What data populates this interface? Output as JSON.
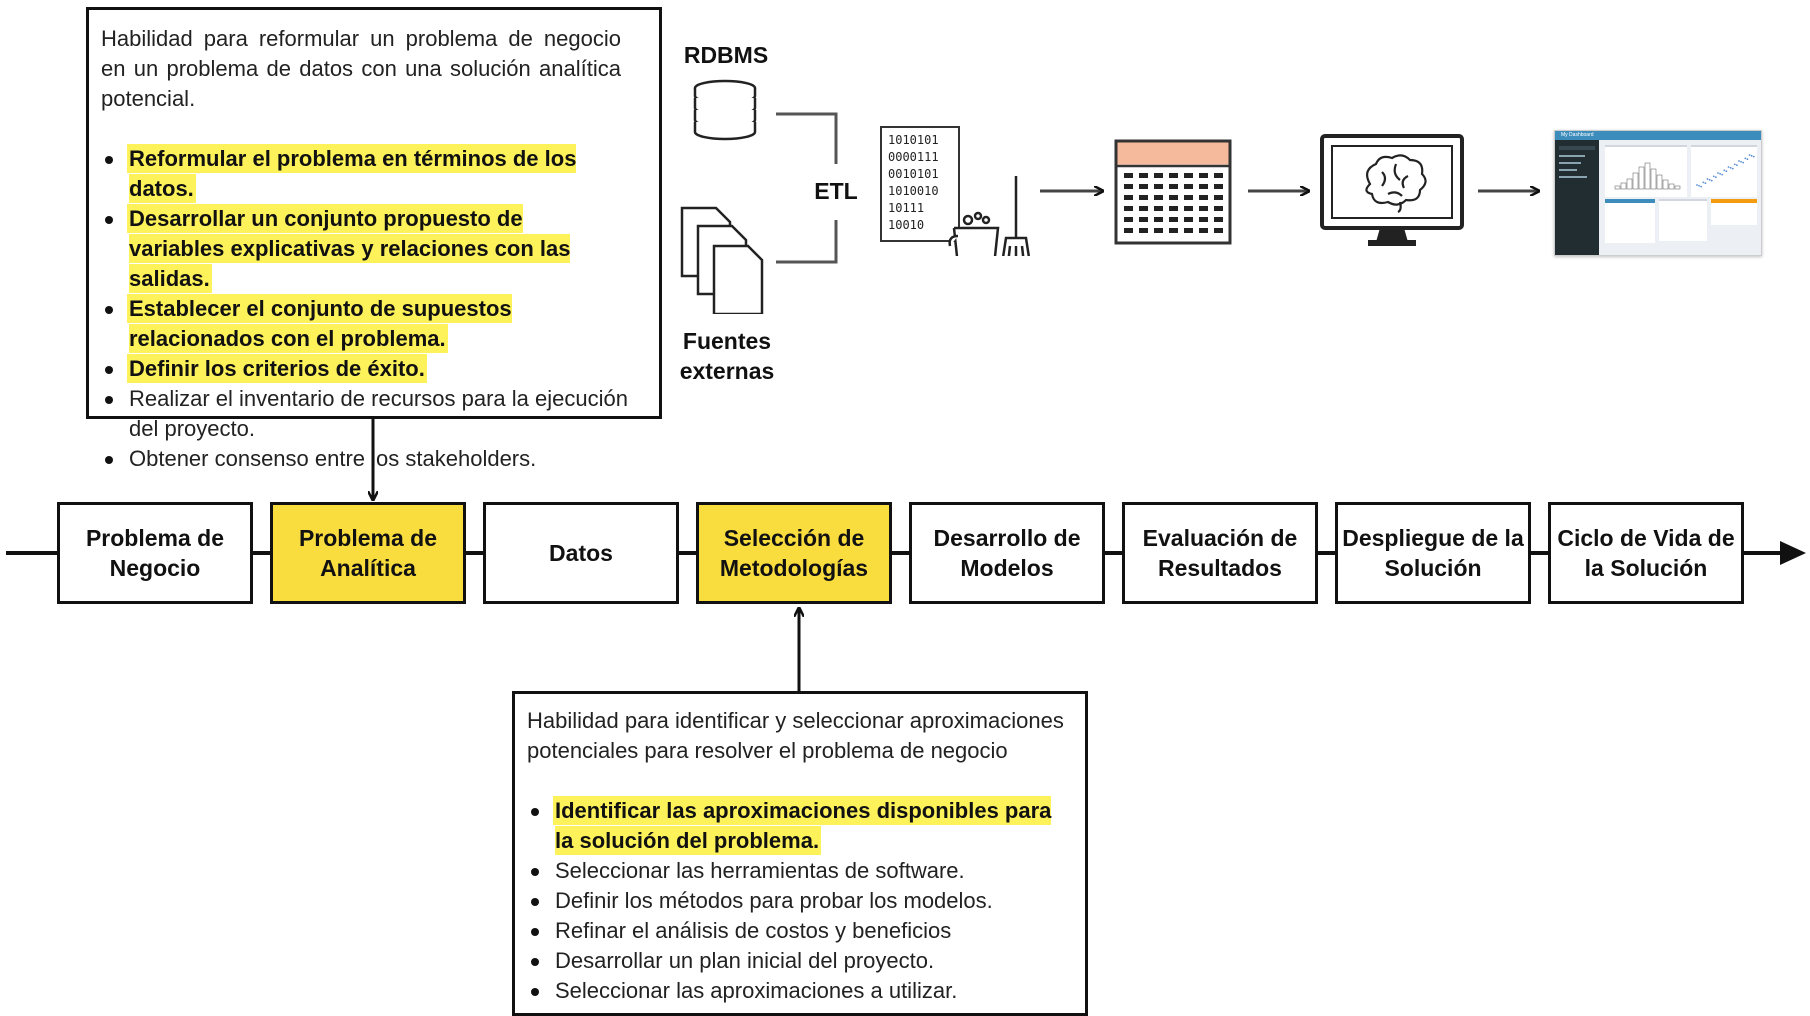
{
  "top_callout": {
    "intro": "Habilidad para reformular un problema de negocio en un problema de datos con una solución analítica potencial.",
    "items": [
      {
        "text": "Reformular el problema en términos de los datos.",
        "highlight": true
      },
      {
        "text": "Desarrollar un conjunto propuesto de variables explicativas y relaciones con las salidas.",
        "highlight": true
      },
      {
        "text": "Establecer el conjunto de supuestos relacionados con el problema.",
        "highlight": true
      },
      {
        "text": "Definir los criterios de éxito.",
        "highlight": true
      },
      {
        "text": "Realizar el inventario de recursos para la ejecución del proyecto.",
        "highlight": false
      },
      {
        "text": "Obtener consenso entre los stakeholders.",
        "highlight": false
      }
    ]
  },
  "bottom_callout": {
    "intro": "Habilidad para identificar y seleccionar aproximaciones potenciales para resolver el problema de negocio",
    "items": [
      {
        "text": "Identificar las aproximaciones disponibles para la solución del problema.",
        "highlight": true
      },
      {
        "text": "Seleccionar las herramientas de software.",
        "highlight": false
      },
      {
        "text": "Definir los métodos para probar los modelos.",
        "highlight": false
      },
      {
        "text": "Refinar el análisis de costos y beneficios",
        "highlight": false
      },
      {
        "text": "Desarrollar un plan inicial del proyecto.",
        "highlight": false
      },
      {
        "text": "Seleccionar las aproximaciones a utilizar.",
        "highlight": false
      }
    ]
  },
  "pipeline": {
    "rdbms_label": "RDBMS",
    "etl_label": "ETL",
    "fuentes_label": "Fuentes externas",
    "binary_lines": [
      "1010101",
      "0000111",
      "0010101",
      "1010010",
      "10111",
      "10010"
    ],
    "dashboard_title": "My Dashboard"
  },
  "steps": [
    {
      "label": "Problema de Negocio",
      "highlight": false
    },
    {
      "label": "Problema de Analítica",
      "highlight": true
    },
    {
      "label": "Datos",
      "highlight": false
    },
    {
      "label": "Selección de Metodologías",
      "highlight": true
    },
    {
      "label": "Desarrollo de Modelos",
      "highlight": false
    },
    {
      "label": "Evaluación de Resultados",
      "highlight": false
    },
    {
      "label": "Despliegue de la Solución",
      "highlight": false
    },
    {
      "label": "Ciclo de Vida de la Solución",
      "highlight": false
    }
  ],
  "colors": {
    "highlight": "#f9dd3f",
    "text_highlight": "#fdf25a",
    "calendar_header": "#f5b99b",
    "stroke": "#111111"
  }
}
